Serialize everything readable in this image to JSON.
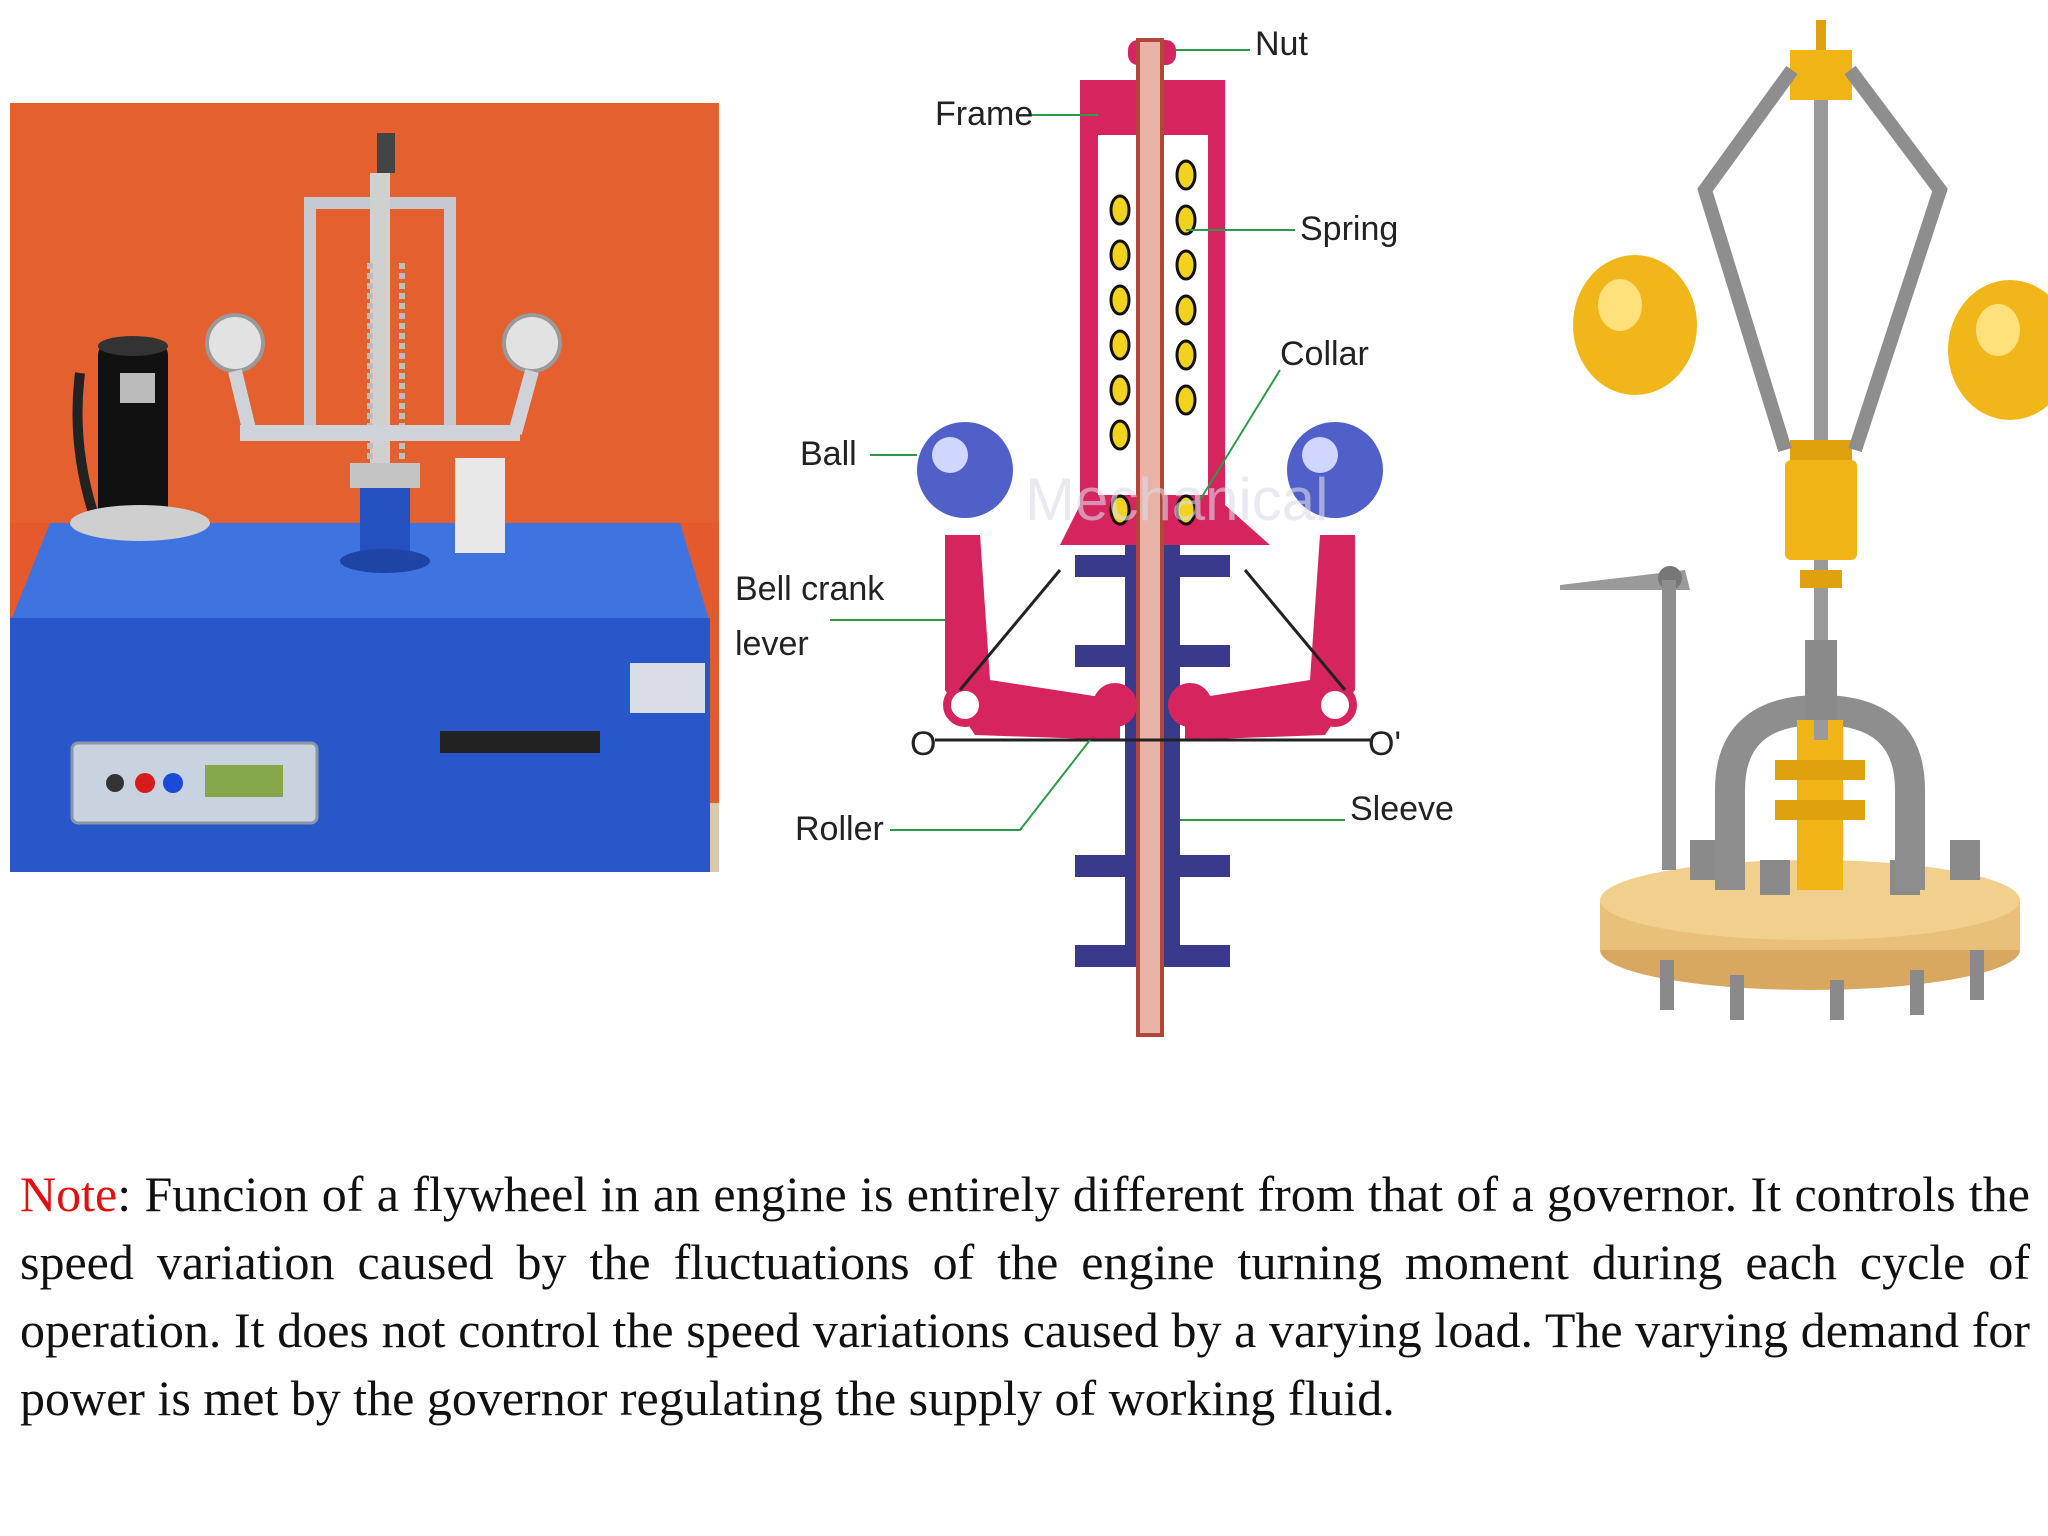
{
  "diagram": {
    "labels": {
      "nut": "Nut",
      "frame": "Frame",
      "spring": "Spring",
      "collar": "Collar",
      "ball": "Ball",
      "bell_crank_1": "Bell crank",
      "bell_crank_2": "lever",
      "o_left": "O",
      "o_right": "O'",
      "roller": "Roller",
      "sleeve": "Sleeve"
    },
    "watermark": "Mechanical"
  },
  "note": {
    "keyword": "Note",
    "text": ": Funcion of a flywheel in an engine is entirely different from that of a governor. It controls the speed variation caused by the fluctuations of the engine turning moment during each cycle of operation. It does not control the speed variations caused by a varying load. The varying demand for power is met by the governor regulating the supply of working fluid."
  },
  "colors": {
    "frame": "#d6245e",
    "sleeve": "#3a3a8c",
    "spring": "#f2d21c",
    "ball": "#5060c8",
    "photo_bg": "#e8572a",
    "machine_body": "#2757c9",
    "brass": "#f0b416",
    "note_keyword": "#e01010"
  },
  "icons": [
    "governor-machine-photo",
    "governor-3d-model"
  ]
}
